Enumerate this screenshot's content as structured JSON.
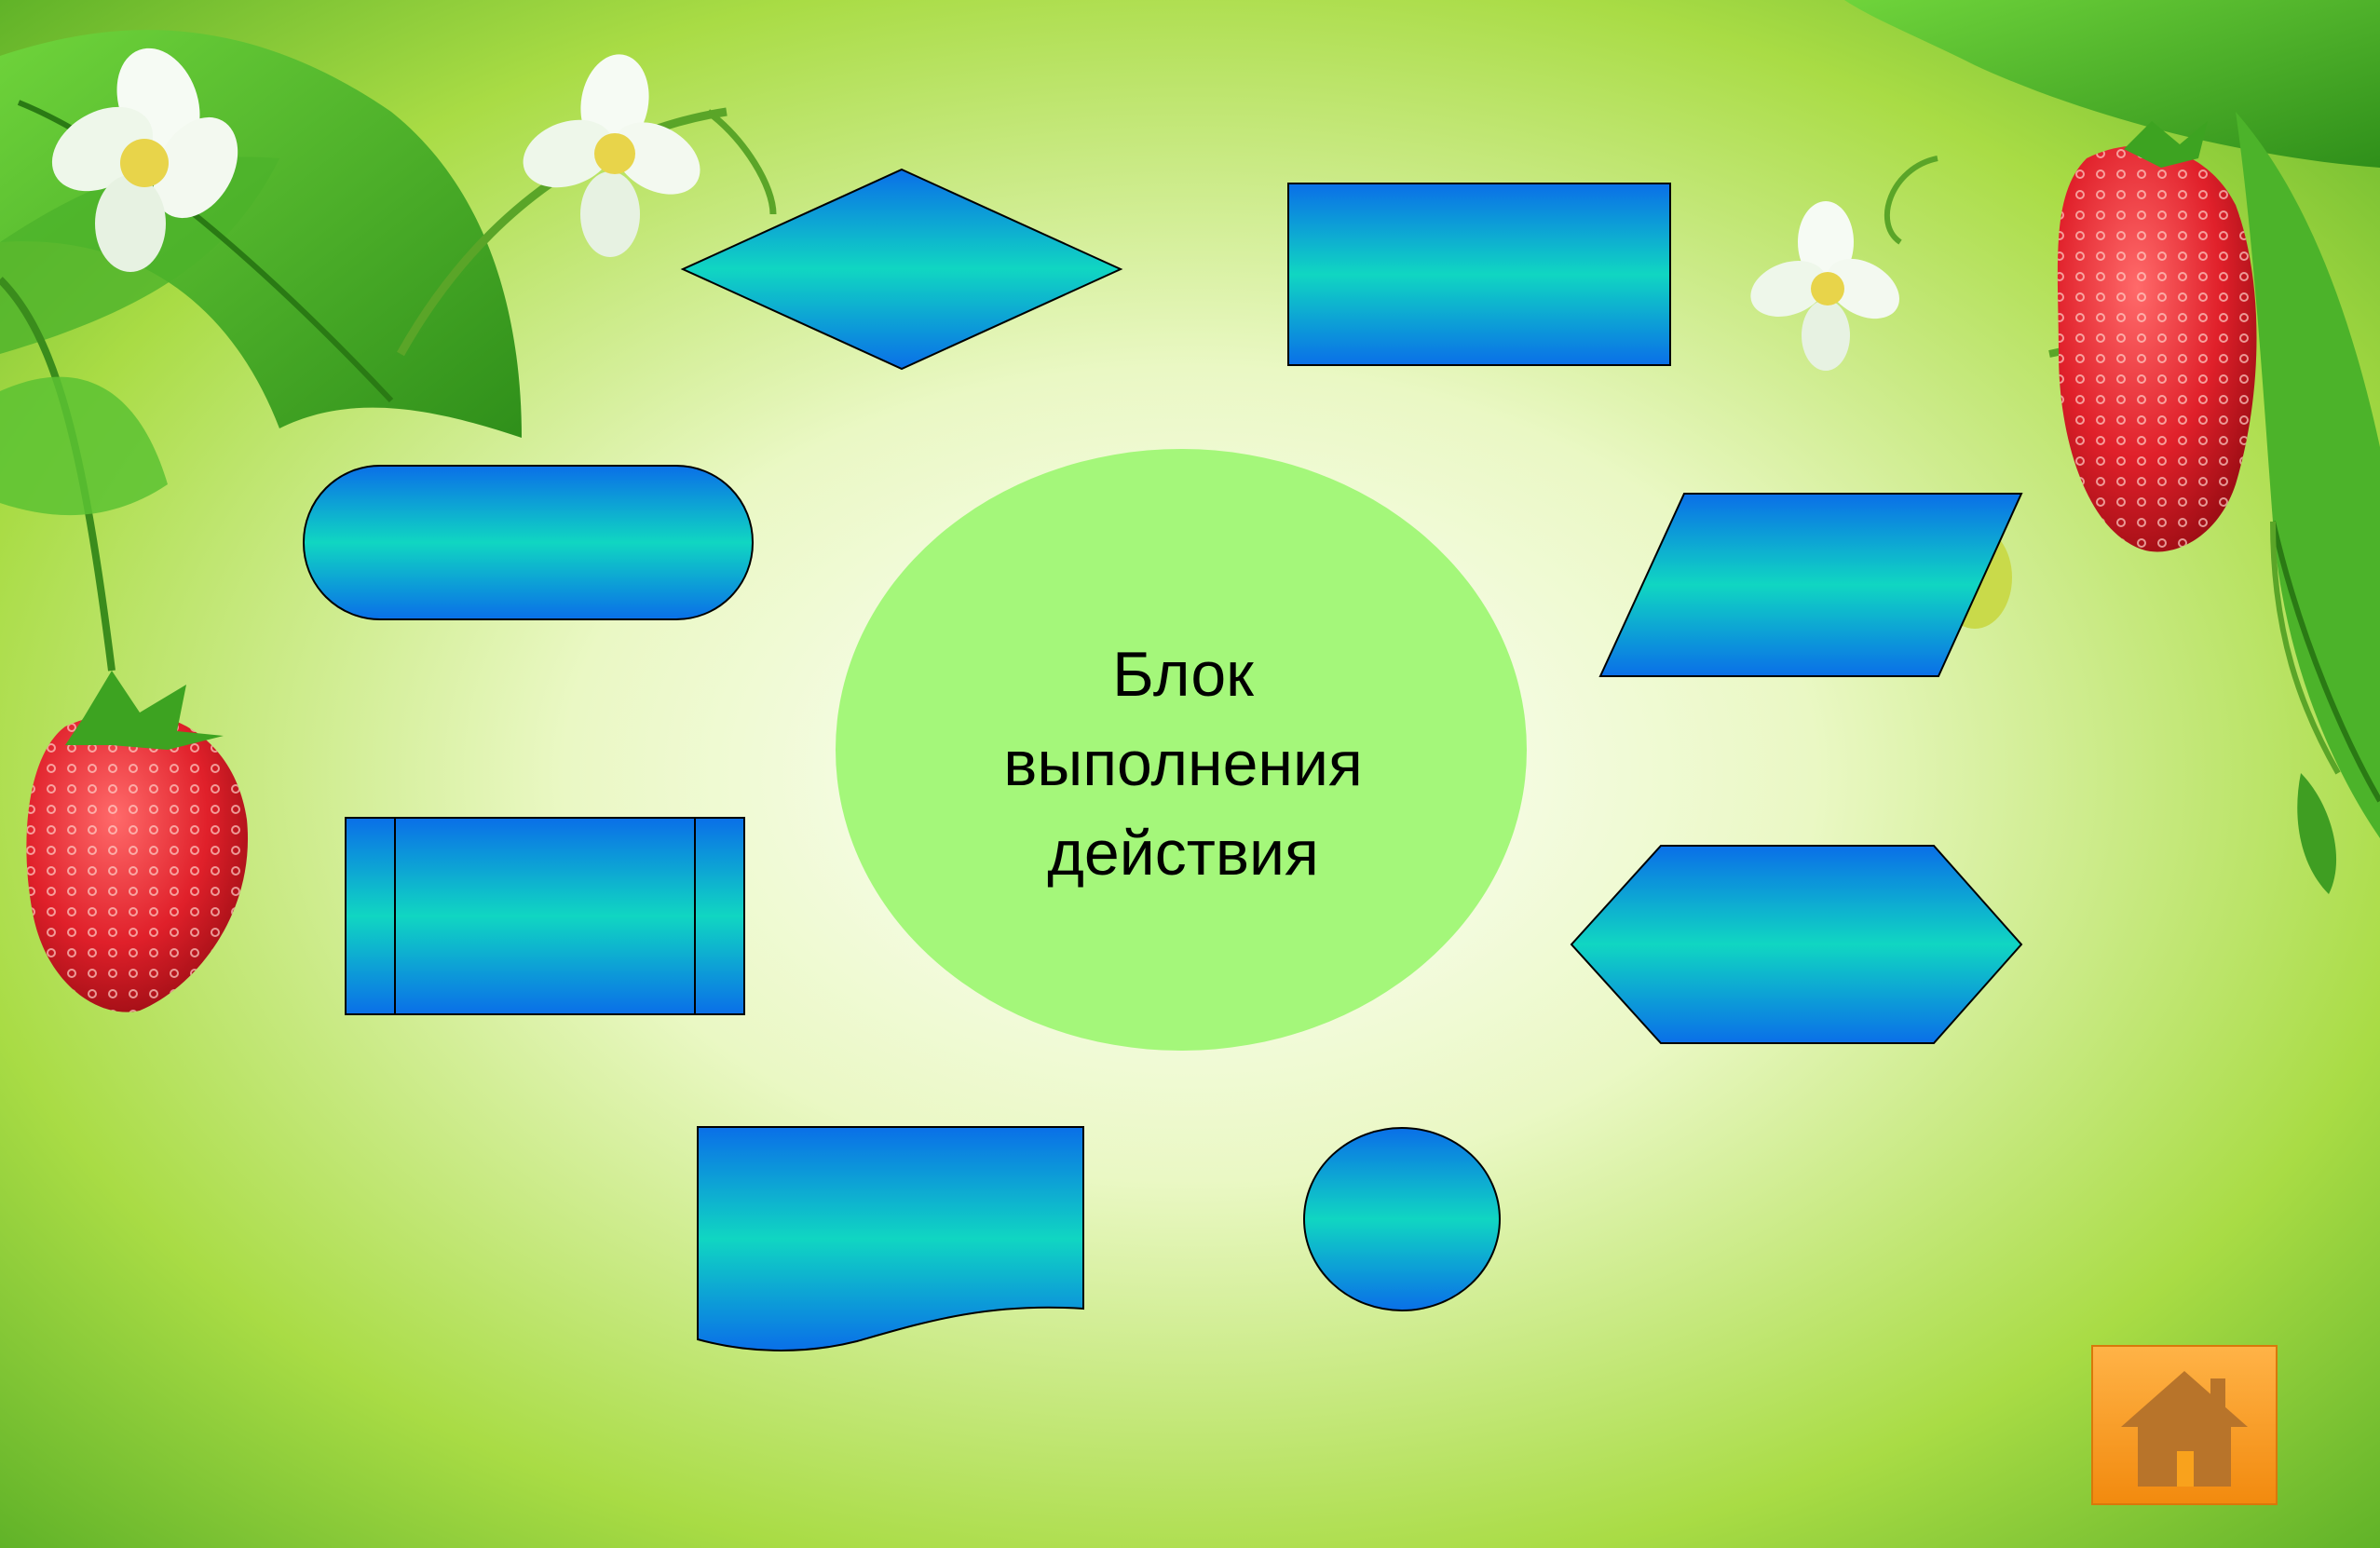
{
  "slide": {
    "center_block": {
      "lines": [
        "Блок",
        "выполнения",
        "действия"
      ]
    },
    "shapes": [
      {
        "kind": "decision-diamond"
      },
      {
        "kind": "process-rectangle"
      },
      {
        "kind": "terminator"
      },
      {
        "kind": "data-parallelogram"
      },
      {
        "kind": "predefined-process"
      },
      {
        "kind": "preparation-hexagon"
      },
      {
        "kind": "document"
      },
      {
        "kind": "connector-circle"
      }
    ],
    "home_button": {
      "icon": "home-icon"
    },
    "colors": {
      "shape_blue": "#0a6fe8",
      "shape_cyan": "#10d6c2",
      "center_fill": "#a4f77a",
      "home_orange": "#f9a21c",
      "home_house": "#b8742a"
    }
  }
}
